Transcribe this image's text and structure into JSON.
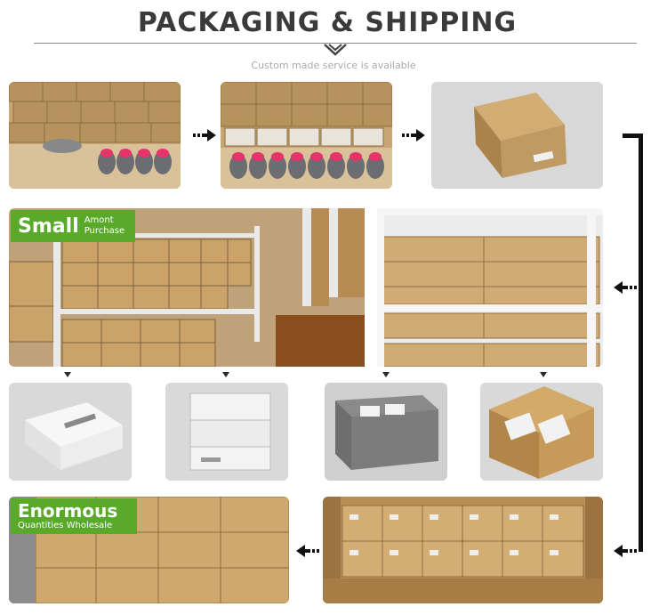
{
  "header": {
    "title": "PACKAGING & SHIPPING",
    "subtitle": "Custom made service is available"
  },
  "badges": {
    "small_main": "Small",
    "small_line1": "Amont",
    "small_line2": "Purchase",
    "enormous_main": "Enormous",
    "enormous_sub": "Quantities Wholesale"
  },
  "colors": {
    "badge_green": "#5aaa2a",
    "cardboard": "#c9a36b",
    "arrow": "#111111"
  }
}
